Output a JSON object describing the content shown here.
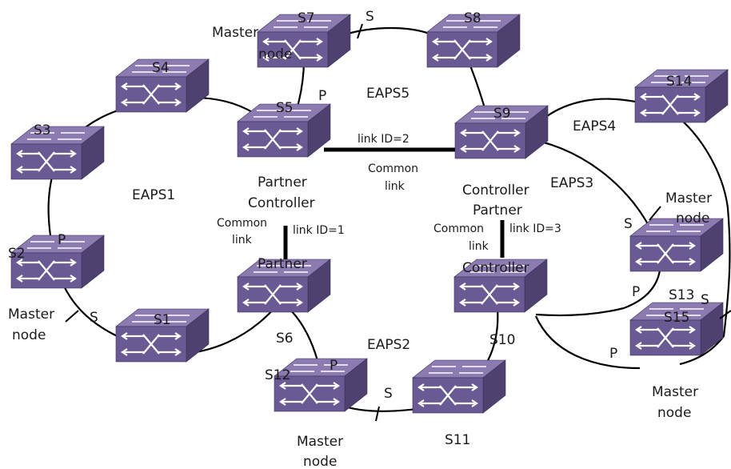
{
  "switches": {
    "s1": "S1",
    "s2": "S2",
    "s3": "S3",
    "s4": "S4",
    "s5": "S5",
    "s6": "S6",
    "s7": "S7",
    "s8": "S8",
    "s9": "S9",
    "s10": "S10",
    "s11": "S11",
    "s12": "S12",
    "s13": "S13",
    "s14": "S14",
    "s15": "S15"
  },
  "rings": {
    "eaps1": "EAPS1",
    "eaps2": "EAPS2",
    "eaps3": "EAPS3",
    "eaps4": "EAPS4",
    "eaps5": "EAPS5"
  },
  "roles": {
    "master": "Master",
    "node": "node",
    "partner": "Partner",
    "controller": "Controller",
    "primary": "P",
    "secondary": "S"
  },
  "common_links": {
    "link1_id": "link ID=1",
    "link2_id": "link ID=2",
    "link3_id": "link ID=3",
    "common": "Common",
    "link": "link"
  },
  "colors": {
    "switch_top": "#8b7bb0",
    "switch_front": "#6a5a94",
    "switch_side": "#4f416f",
    "arrow": "#ffffff"
  }
}
